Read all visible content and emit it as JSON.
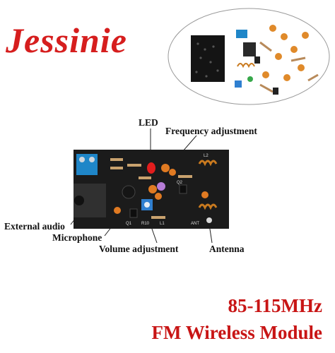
{
  "brand": {
    "name": "Jessinie"
  },
  "callouts": {
    "led": "LED",
    "frequency": "Frequency adjustment",
    "external_audio": "External audio",
    "microphone": "Microphone",
    "volume": "Volume adjustment",
    "antenna": "Antenna"
  },
  "board_silkscreen": {
    "q1": "Q1",
    "r10": "R10",
    "l1": "L1",
    "ant": "ANT",
    "l2": "L2",
    "q2": "Q2"
  },
  "product": {
    "frequency_range": "85-115MHz",
    "title": "FM Wireless Module"
  },
  "colors": {
    "accent": "#d61e1e",
    "pcb": "#1b1b1b",
    "terminal": "#1f86c8"
  }
}
